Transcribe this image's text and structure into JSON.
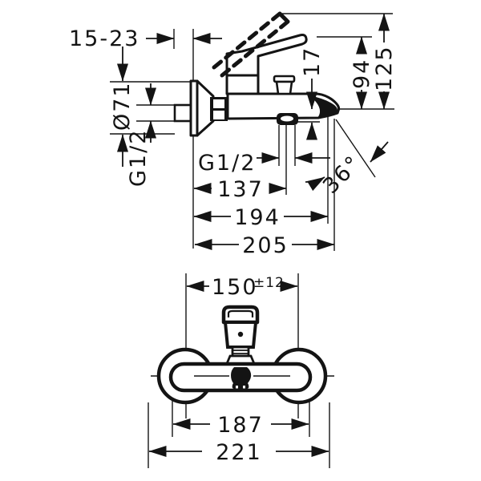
{
  "drawing": {
    "title": "wall-mounted single-lever bath mixer - dimension drawing",
    "views": [
      "side-view",
      "front-view"
    ]
  },
  "dimensions": {
    "side_view": {
      "wall_distance": "15-23",
      "escutcheon_diameter": "Ø71",
      "supply_thread": "G1/2",
      "outlet_thread": "G1/2",
      "outlet_height_offset": "17",
      "lever_height": "94",
      "lever_max_height": "125",
      "wall_to_outlet": "137",
      "wall_to_spout_inner": "194",
      "total_projection": "205",
      "spout_angle": "36°"
    },
    "front_view": {
      "connection_centers": "150",
      "connection_tolerance": "±12",
      "body_width": "187",
      "overall_width": "221"
    }
  },
  "colors": {
    "line": "#141414",
    "background": "#ffffff"
  }
}
